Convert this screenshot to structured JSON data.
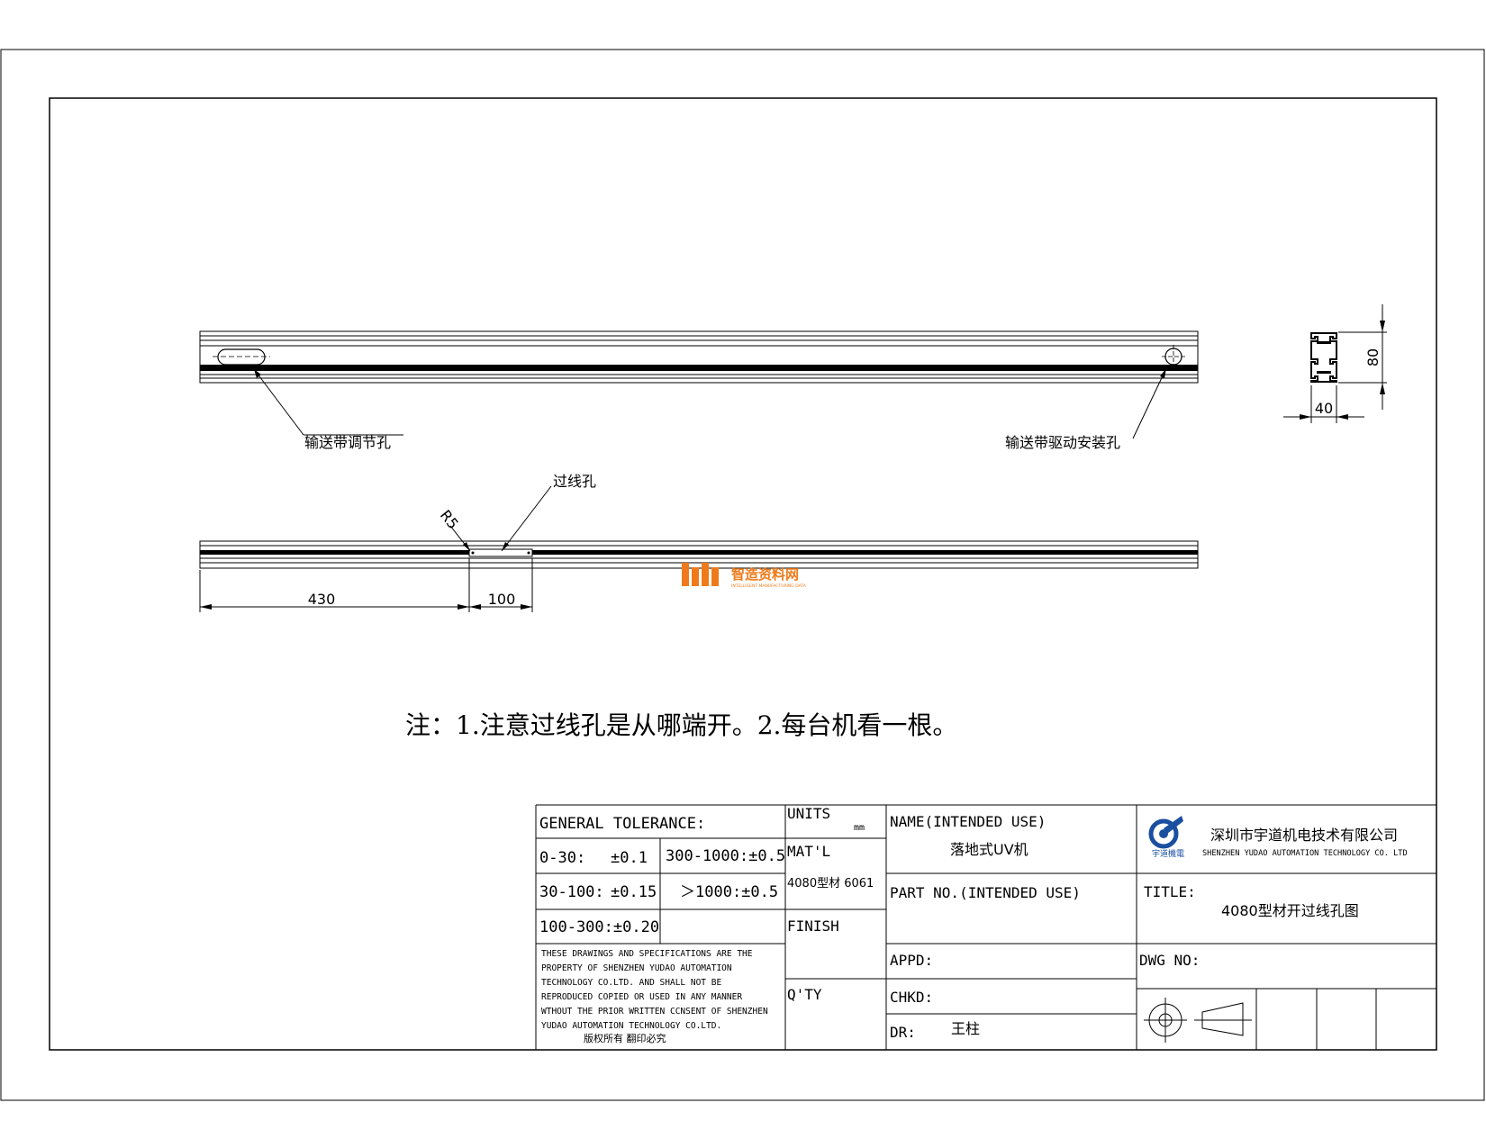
{
  "annotations": {
    "adjust_hole": "输送带调节孔",
    "drive_hole": "输送带驱动安装孔",
    "wire_hole": "过线孔",
    "radius": "R5"
  },
  "dimensions": {
    "offset": "430",
    "slot_length": "100",
    "profile_height": "80",
    "profile_width": "40"
  },
  "watermark": {
    "text": "智造资料网",
    "subtext": "INTELLIGENT MANUFACTURING DATA",
    "color": "#f07a1a"
  },
  "note": "注：1.注意过线孔是从哪端开。2.每台机看一根。",
  "title_block": {
    "tolerance_header": "GENERAL TOLERANCE:",
    "tol_0_30_label": "0-30:",
    "tol_0_30_value": "±0.1",
    "tol_300_1000": "300-1000:±0.5",
    "tol_30_100_label": "30-100:",
    "tol_30_100_value": "±0.15",
    "tol_gt_1000": "＞1000:±0.5",
    "tol_100_300": "100-300:±0.20",
    "copyright_lines": [
      "THESE DRAWINGS AND SPECIFICATIONS ARE THE",
      "PROPERTY OF SHENZHEN YUDAO AUTOMATION",
      "TECHNOLOGY CO.LTD.  AND SHALL NOT BE",
      "REPRODUCED COPIED OR USED IN ANY MANNER",
      "WTHOUT THE PRIOR WRITTEN CCNSENT OF SHENZHEN",
      "YUDAO AUTOMATION TECHNOLOGY CO.LTD."
    ],
    "rights": "版权所有  翻印必究",
    "units_label": "UNITS",
    "units_value": "mm",
    "matl_label": "MAT'L",
    "matl_value": "4080型材 6061",
    "finish_label": "FINISH",
    "qty_label": "Q'TY",
    "name_label": "NAME(INTENDED USE)",
    "name_value": "落地式UV机",
    "partno_label": "PART NO.(INTENDED USE)",
    "appd_label": "APPD:",
    "chkd_label": "CHKD:",
    "dr_label": "DR:",
    "dr_value": "王柱",
    "company_cn": "深圳市宇道机电技术有限公司",
    "company_en": "SHENZHEN YUDAO AUTOMATION TECHNOLOGY CO. LTD",
    "logo_caption": "宇道機電",
    "logo_color": "#1a4fa0",
    "title_label": "TITLE:",
    "title_value": "4080型材开过线孔图",
    "dwg_label": "DWG NO:"
  }
}
